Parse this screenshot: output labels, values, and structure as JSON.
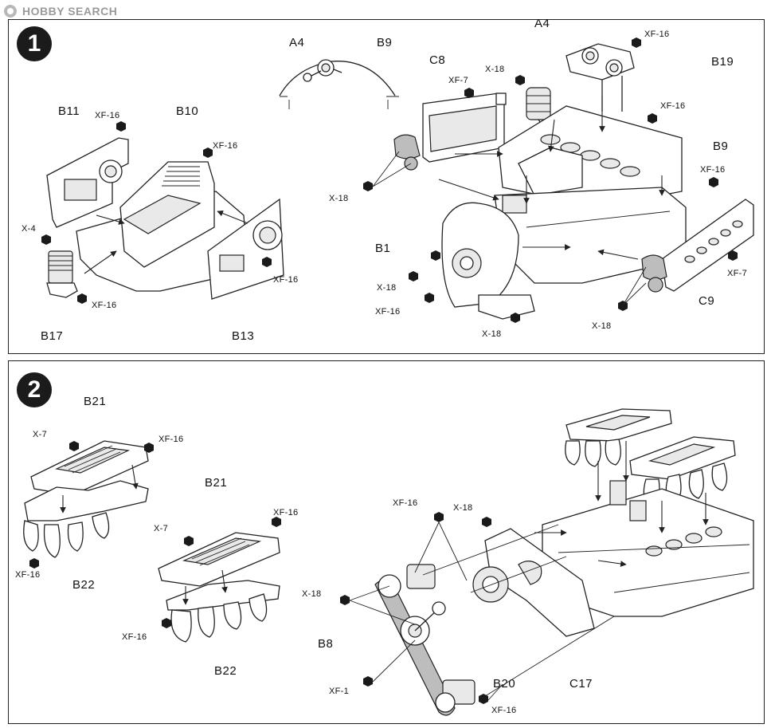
{
  "watermark": {
    "text": "HOBBY SEARCH"
  },
  "steps": [
    {
      "number": "1"
    },
    {
      "number": "2"
    }
  ],
  "step1": {
    "parts": {
      "a4_top": "A4",
      "b9_top": "B9",
      "c8": "C8",
      "a4_right": "A4",
      "b19": "B19",
      "b9_right": "B9",
      "b11": "B11",
      "b10": "B10",
      "x4": "X-4",
      "b17": "B17",
      "b13": "B13",
      "b1": "B1",
      "c9": "C9"
    },
    "paints": {
      "xf16_b11": "XF-16",
      "xf16_b10": "XF-16",
      "xf16_b13": "XF-16",
      "xf16_b17": "XF-16",
      "xf7_c8": "XF-7",
      "x18_a4": "X-18",
      "xf16_b19": "XF-16",
      "xf16_b9": "XF-16",
      "x18_c8": "X-18",
      "xf16_c9": "XF-16",
      "xf7_c9": "XF-7",
      "x18_b1": "X-18",
      "xf16_b1": "XF-16",
      "x18_b1_bottom": "X-18",
      "x18_c9": "X-18"
    }
  },
  "step2": {
    "parts": {
      "b21_left": "B21",
      "b22_left": "B22",
      "b21_mid": "B21",
      "b22_mid": "B22",
      "b8": "B8",
      "b20": "B20",
      "c17": "C17"
    },
    "paints": {
      "x7_left": "X-7",
      "xf16_left_top": "XF-16",
      "xf16_left_bottom": "XF-16",
      "xf16_mid_top": "XF-16",
      "x7_mid": "X-7",
      "xf16_mid_bottom": "XF-16",
      "xf16_pulley": "XF-16",
      "x18_pulley": "X-18",
      "x18_b8": "X-18",
      "xf1_belt": "XF-1",
      "xf16_belt": "XF-16"
    }
  }
}
